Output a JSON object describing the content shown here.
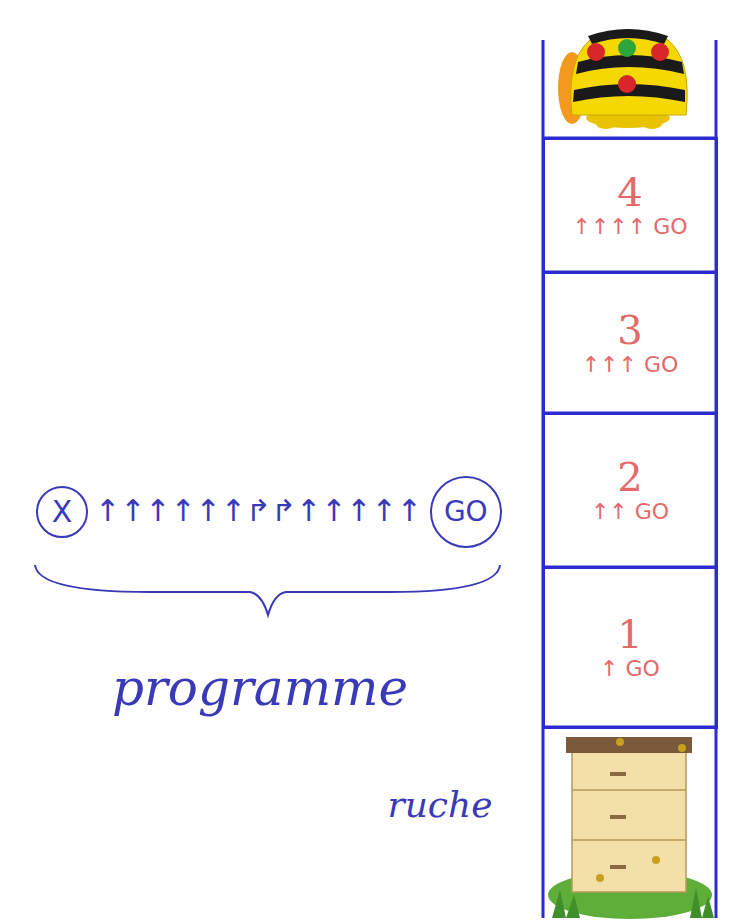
{
  "diagram": {
    "nodes": [
      {
        "text": [
          "4",
          "↑↑↑↑ GO"
        ]
      },
      {
        "text": [
          "3",
          "↑↑↑ GO"
        ]
      },
      {
        "text": [
          "2",
          "↑↑ GO"
        ]
      },
      {
        "text": [
          "1",
          "↑ GO"
        ]
      },
      {
        "text": [
          "X"
        ]
      },
      {
        "text": [
          "GO"
        ]
      }
    ],
    "labels": [
      "↑↑↑↑↑↑↱↱↑↑↑↑↑",
      "programme",
      "ruche"
    ]
  }
}
